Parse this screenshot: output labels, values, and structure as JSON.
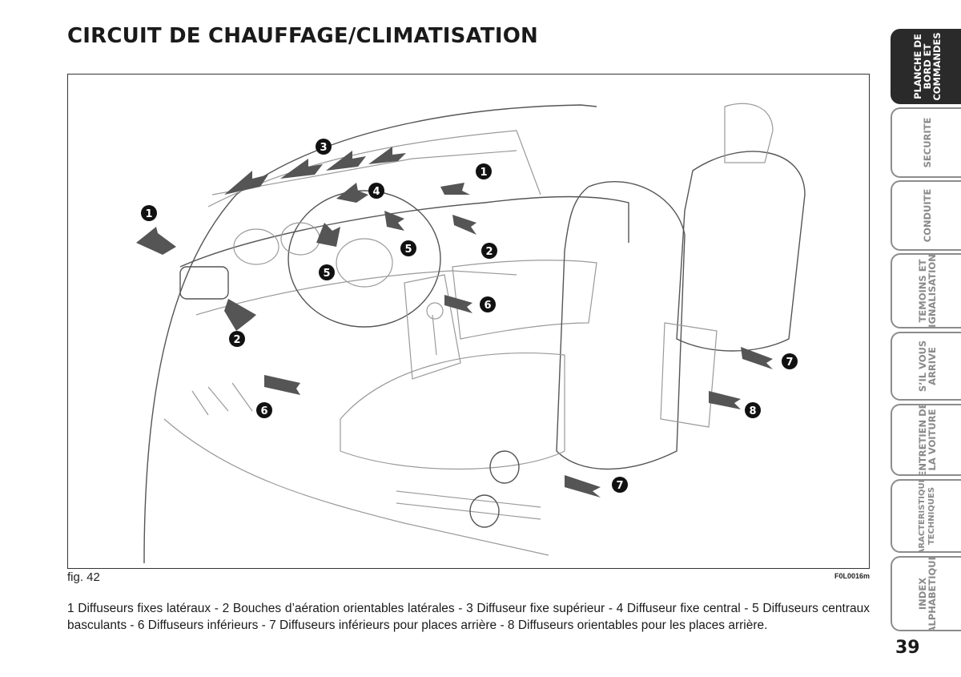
{
  "page": {
    "title": "CIRCUIT DE CHAUFFAGE/CLIMATISATION",
    "page_number": "39"
  },
  "figure": {
    "caption": "fig. 42",
    "code": "F0L0016m",
    "callouts": [
      {
        "label": "1"
      },
      {
        "label": "1"
      },
      {
        "label": "2"
      },
      {
        "label": "2"
      },
      {
        "label": "3"
      },
      {
        "label": "4"
      },
      {
        "label": "5"
      },
      {
        "label": "5"
      },
      {
        "label": "6"
      },
      {
        "label": "6"
      },
      {
        "label": "7"
      },
      {
        "label": "7"
      },
      {
        "label": "8"
      }
    ]
  },
  "legend": {
    "text": "1 Diffuseurs fixes latéraux - 2 Bouches d’aération orientables latérales - 3 Diffuseur fixe supérieur - 4 Diffuseur fixe central - 5 Diffuseurs centraux basculants - 6 Diffuseurs inférieurs - 7 Diffuseurs inférieurs pour places arrière - 8 Diffuseurs orientables pour les places arrière."
  },
  "side_tabs": [
    {
      "label": "PLANCHE DE\nBORD ET\nCOMMANDES",
      "active": true
    },
    {
      "label": "SECURITE",
      "active": false
    },
    {
      "label": "CONDUITE",
      "active": false
    },
    {
      "label": "TEMOINS ET\nSIGNALISATIONS",
      "active": false
    },
    {
      "label": "S’IL VOUS\nARRIVE",
      "active": false
    },
    {
      "label": "ENTRETIEN DE\nLA VOITURE",
      "active": false
    },
    {
      "label": "CARACTERISTIQUES\nTECHNIQUES",
      "active": false
    },
    {
      "label": "INDEX\nALPHABETIQUE",
      "active": false
    }
  ],
  "colors": {
    "active_tab": "#2a2a2a",
    "inactive_tab_text": "#8a8a8a",
    "callout": "#111111"
  }
}
